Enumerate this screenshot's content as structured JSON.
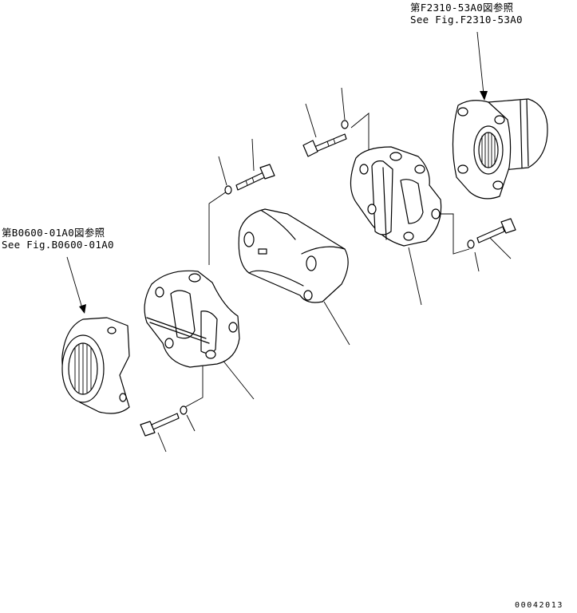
{
  "references": {
    "top_right": {
      "japanese": "第F2310-53A0図参照",
      "english": "See Fig.F2310-53A0"
    },
    "left": {
      "japanese": "第B0600-01A0図参照",
      "english": "See Fig.B0600-01A0"
    }
  },
  "drawing_number": "00042013"
}
